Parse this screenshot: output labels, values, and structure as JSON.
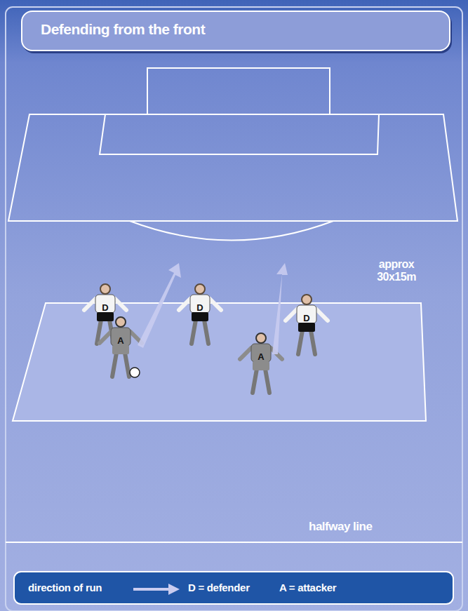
{
  "diagram": {
    "title": "Defending from the front",
    "nodes": [
      {
        "text": [
          "Defending from the front"
        ]
      },
      {
        "text": [
          "D"
        ]
      },
      {
        "text": [
          "D"
        ]
      },
      {
        "text": [
          "D"
        ]
      },
      {
        "text": [
          "A"
        ]
      },
      {
        "text": [
          "A"
        ]
      }
    ],
    "labels": [
      "approx 30x15m",
      "halfway line"
    ],
    "legend": [
      {
        "text": "direction of run"
      },
      {
        "text": "D = defender"
      },
      {
        "text": "A = attacker"
      }
    ]
  }
}
